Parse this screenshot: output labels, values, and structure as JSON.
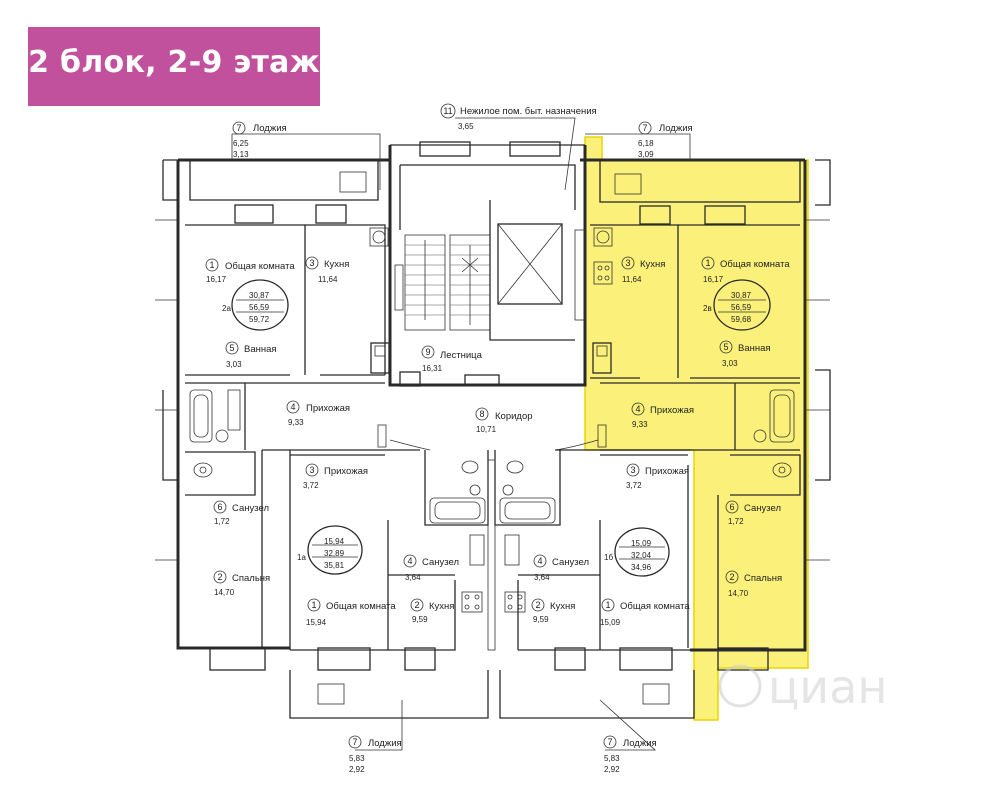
{
  "header": {
    "title": "2 блок, 2-9 этаж"
  },
  "colors": {
    "badge": "#c2519d",
    "highlight": "#fbf17a",
    "highlight_edge": "#e8d400"
  },
  "watermark": {
    "text": "циан"
  },
  "labels": {
    "loggia_tl": {
      "num": "7",
      "name": "Лоджия",
      "v1": "6,25",
      "v2": "3,13"
    },
    "loggia_tr": {
      "num": "7",
      "name": "Лоджия",
      "v1": "6,18",
      "v2": "3,09"
    },
    "loggia_bl": {
      "num": "7",
      "name": "Лоджия",
      "v1": "5,83",
      "v2": "2,92"
    },
    "loggia_br": {
      "num": "7",
      "name": "Лоджия",
      "v1": "5,83",
      "v2": "2,92"
    },
    "nonres": {
      "num": "11",
      "name": "Нежилое пом. быт. назначения",
      "v1": "3,65"
    },
    "stair": {
      "num": "9",
      "name": "Лестница",
      "v1": "16,31"
    },
    "corridor": {
      "num": "8",
      "name": "Коридор",
      "v1": "10,71"
    },
    "tl_living": {
      "num": "1",
      "name": "Общая комната",
      "v1": "16,17"
    },
    "tl_kitchen": {
      "num": "3",
      "name": "Кухня",
      "v1": "11,64"
    },
    "tl_bath": {
      "num": "5",
      "name": "Ванная",
      "v1": "3,03"
    },
    "tl_hall": {
      "num": "4",
      "name": "Прихожая",
      "v1": "9,33"
    },
    "tl_wc": {
      "num": "6",
      "name": "Санузел",
      "v1": "1,72"
    },
    "tl_bed": {
      "num": "2",
      "name": "Спальня",
      "v1": "14,70"
    },
    "tl_apt": {
      "code": "2а",
      "a": "30,87",
      "b": "56,59",
      "c": "59,72"
    },
    "tr_kitchen": {
      "num": "3",
      "name": "Кухня",
      "v1": "11,64"
    },
    "tr_living": {
      "num": "1",
      "name": "Общая комната",
      "v1": "16,17"
    },
    "tr_bath": {
      "num": "5",
      "name": "Ванная",
      "v1": "3,03"
    },
    "tr_hall": {
      "num": "4",
      "name": "Прихожая",
      "v1": "9,33"
    },
    "tr_wc": {
      "num": "6",
      "name": "Санузел",
      "v1": "1,72"
    },
    "tr_bed": {
      "num": "2",
      "name": "Спальня",
      "v1": "14,70"
    },
    "tr_apt": {
      "code": "2в",
      "a": "30,87",
      "b": "56,59",
      "c": "59,68"
    },
    "bl_hall": {
      "num": "3",
      "name": "Прихожая",
      "v1": "3,72"
    },
    "bl_wc": {
      "num": "4",
      "name": "Санузел",
      "v1": "3,64"
    },
    "bl_kitchen": {
      "num": "2",
      "name": "Кухня",
      "v1": "9,59"
    },
    "bl_living": {
      "num": "1",
      "name": "Общая комната",
      "v1": "15,94"
    },
    "bl_apt": {
      "code": "1а",
      "a": "15,94",
      "b": "32,89",
      "c": "35,81"
    },
    "br_hall": {
      "num": "3",
      "name": "Прихожая",
      "v1": "3,72"
    },
    "br_wc": {
      "num": "4",
      "name": "Санузел",
      "v1": "3,64"
    },
    "br_kitchen": {
      "num": "2",
      "name": "Кухня",
      "v1": "9,59"
    },
    "br_living": {
      "num": "1",
      "name": "Общая комната",
      "v1": "15,09"
    },
    "br_apt": {
      "code": "1б",
      "a": "15,09",
      "b": "32,04",
      "c": "34,96"
    }
  }
}
